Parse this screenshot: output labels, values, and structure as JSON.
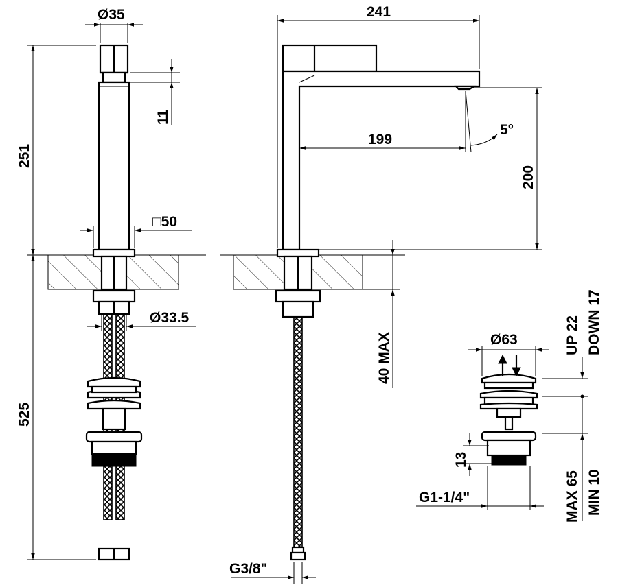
{
  "dimensions": {
    "dia35": "Ø35",
    "h251": "251",
    "d11": "11",
    "sq50": "□50",
    "h525": "525",
    "dia33_5": "Ø33.5",
    "w241": "241",
    "angle5": "5°",
    "r199": "199",
    "h200": "200",
    "max40": "40 MAX",
    "g38": "G3/8\"",
    "dia63": "Ø63",
    "up22": "UP 22",
    "down17": "DOWN 17",
    "d13": "13",
    "g114": "G1-1/4\"",
    "max65": "MAX 65",
    "min10": "MIN 10"
  }
}
